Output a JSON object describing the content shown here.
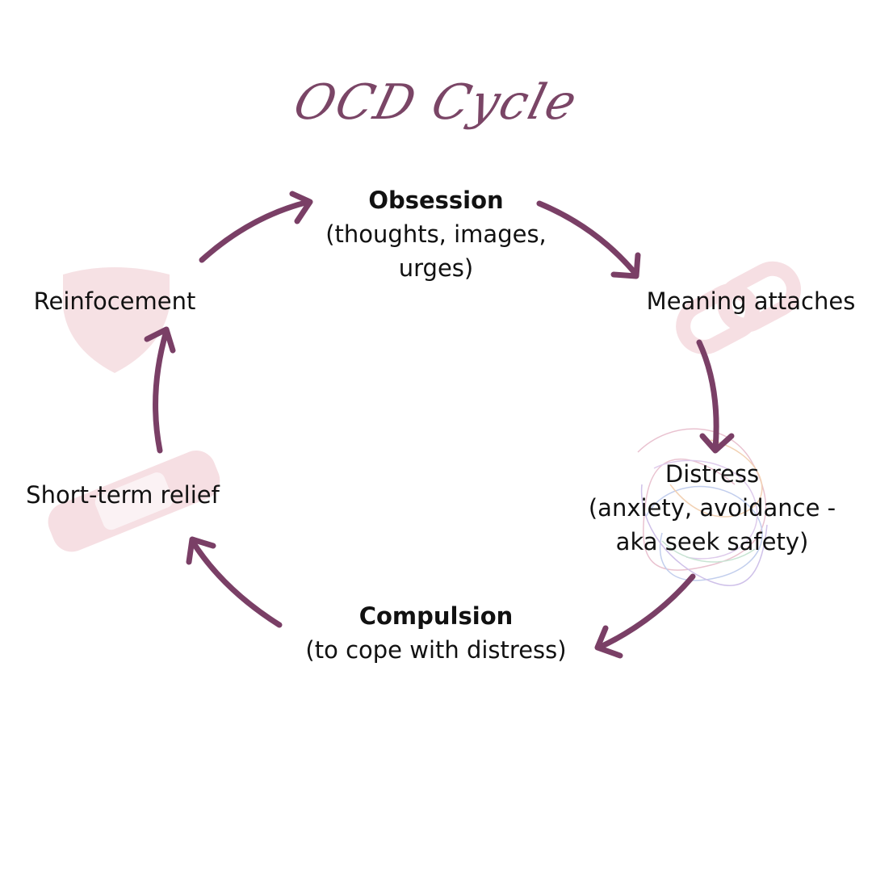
{
  "title": "OCD Cycle",
  "colors": {
    "arrow": "#7a3f66",
    "title": "#7a4566",
    "decoration": "#f6dfe3",
    "text": "#111111"
  },
  "nodes": {
    "obsession": {
      "head": "Obsession",
      "lines": [
        "(thoughts, images,",
        "urges)"
      ]
    },
    "meaning": {
      "label": "Meaning attaches"
    },
    "distress": {
      "head": "Distress",
      "lines": [
        "(anxiety, avoidance -",
        "aka seek safety)"
      ]
    },
    "compulsion": {
      "head": "Compulsion",
      "lines": [
        "(to cope with distress)"
      ]
    },
    "relief": {
      "label": "Short-term relief"
    },
    "reinforcement": {
      "label": "Reinfocement"
    }
  },
  "decorations": [
    "shield-icon",
    "chain-link-icon",
    "tangled-scribble-icon",
    "bandage-icon"
  ]
}
